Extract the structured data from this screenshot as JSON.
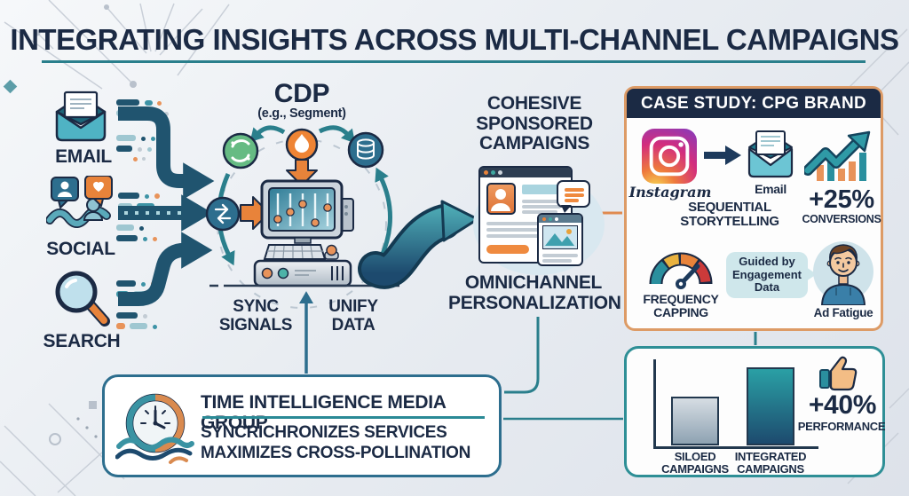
{
  "title": "INTEGRATING INSIGHTS ACROSS MULTI-CHANNEL CAMPAIGNS",
  "channels": [
    {
      "label": "EMAIL",
      "icon": "envelope-icon"
    },
    {
      "label": "SOCIAL",
      "icon": "social-bubbles-icon"
    },
    {
      "label": "SEARCH",
      "icon": "magnifier-icon"
    }
  ],
  "cdp": {
    "title": "CDP",
    "subtitle": "(e.g., Segment)",
    "sync_label": "SYNC\nSIGNALS",
    "unify_label": "UNIFY\nDATA",
    "icons": [
      "segment-icon",
      "flame-icon",
      "database-icon",
      "sync-arrows-icon"
    ]
  },
  "campaigns": {
    "heading": "COHESIVE\nSPONSORED\nCAMPAIGNS",
    "subheading": "OMNICHANNEL\nPERSONALIZATION"
  },
  "case_study": {
    "header": "CASE STUDY: CPG BRAND",
    "channel_from": "Instagram",
    "channel_to": "Email",
    "metric_value": "+25%",
    "metric_label": "CONVERSIONS",
    "tactic_sequential": "SEQUENTIAL\nSTORYTELLING",
    "tactic_frequency": "FREQUENCY\nCAPPING",
    "bubble": "Guided by\nEngagement\nData",
    "risk_label": "Ad Fatigue"
  },
  "company": {
    "name": "TIME INTELLIGENCE MEDIA GROUP",
    "tagline1": "SYNCRICHRONIZES SERVICES",
    "tagline2": "MAXIMIZES CROSS-POLLINATION"
  },
  "chart_data": {
    "type": "bar",
    "categories": [
      "SILOED CAMPAIGNS",
      "INTEGRATED CAMPAIGNS"
    ],
    "values": [
      55,
      88
    ],
    "unit": "relative bar height as drawn (px)",
    "annotation_value": "+40%",
    "annotation_label": "PERFORMANCE",
    "title": "",
    "xlabel": "",
    "ylabel": "",
    "grid": false,
    "legend": false
  },
  "colors": {
    "navy": "#1b2a44",
    "teal": "#2a7f8c",
    "steel": "#2d6e8e",
    "orange": "#e8833a",
    "green": "#66bb83",
    "case-border": "#dd9b66",
    "chart-border": "#2e8f96"
  }
}
